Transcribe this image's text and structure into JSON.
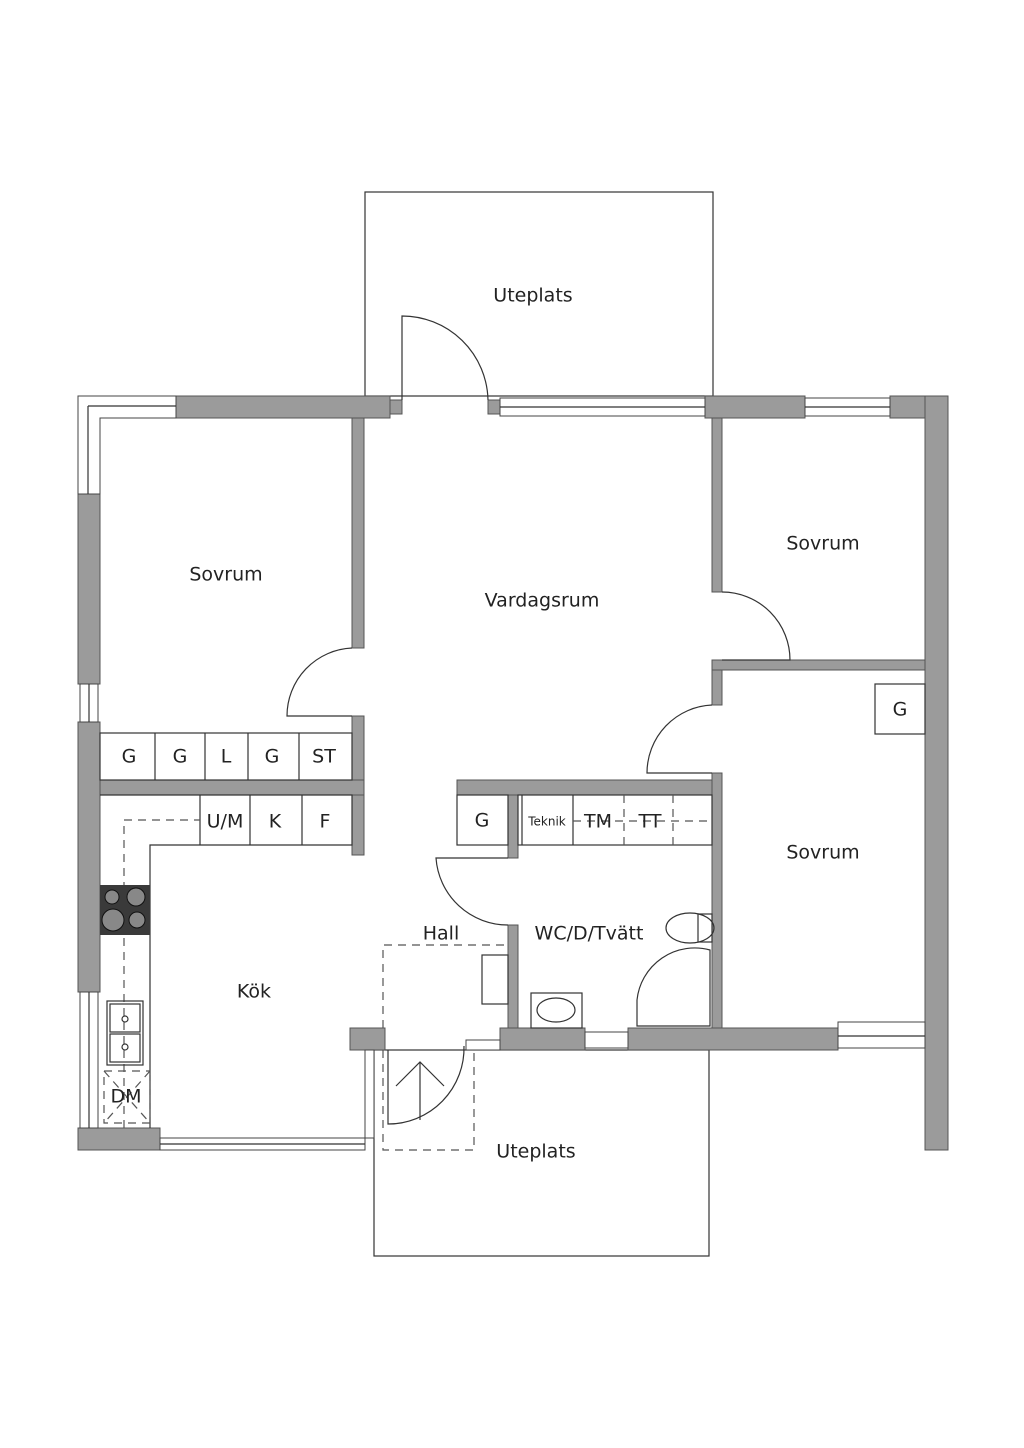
{
  "rooms": {
    "patio_top": "Uteplats",
    "patio_bottom": "Uteplats",
    "bedroom_left": "Sovrum",
    "living": "Vardagsrum",
    "bedroom_top_right": "Sovrum",
    "bedroom_right": "Sovrum",
    "kitchen": "Kök",
    "hall": "Hall",
    "bathroom": "WC/D/Tvätt"
  },
  "closets": {
    "row1": [
      "G",
      "G",
      "L",
      "G",
      "ST"
    ],
    "row2": [
      "U/M",
      "K",
      "F"
    ],
    "hall_g": "G",
    "bedroom_g": "G",
    "tech": [
      "Teknik",
      "TM",
      "TT"
    ],
    "dishwasher": "DM"
  },
  "colors": {
    "wall": "#9b9b9b",
    "line": "#333333"
  }
}
